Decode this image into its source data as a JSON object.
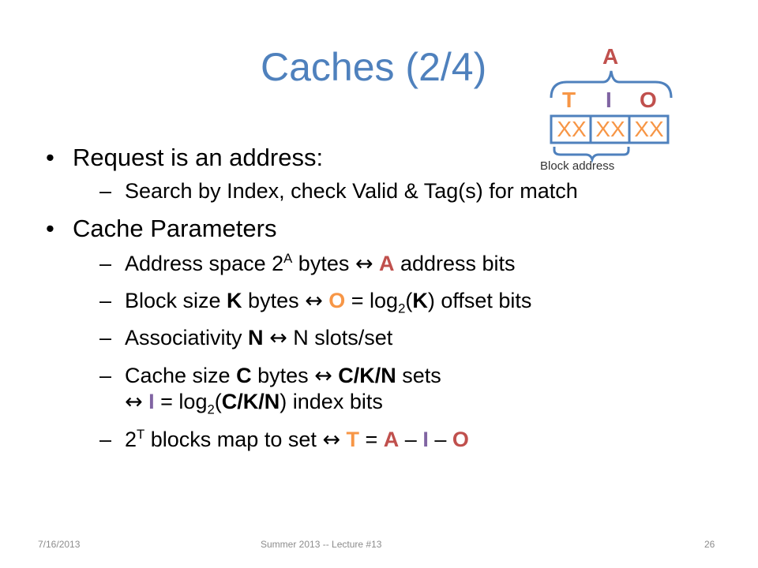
{
  "slide": {
    "title": "Caches (2/4)",
    "footer": {
      "date": "7/16/2013",
      "center": "Summer 2013 -- Lecture #13",
      "page": "26"
    }
  },
  "diagram": {
    "top_label": "A",
    "field_labels": [
      "T",
      "I",
      "O"
    ],
    "cells": [
      "XX",
      "XX",
      "XX"
    ],
    "bottom_label": "Block address",
    "colors": {
      "A": "#c0504d",
      "T": "#f79646",
      "I": "#8064a2",
      "O": "#c0504d",
      "cells": "#f79646",
      "brace": "#4f81bd"
    }
  },
  "content": {
    "bullet1": "Request is an address:",
    "sub1": "Search by Index, check Valid & Tag(s) for match",
    "bullet2": "Cache Parameters",
    "line_address": {
      "p1": "Address space 2",
      "sup": "A",
      "p2": " bytes ",
      "arrow": "↔",
      "sym": "A",
      "p3": " address bits"
    },
    "line_block": {
      "p1": "Block size ",
      "K": "K",
      "p2": " bytes ",
      "arrow": "↔",
      "O": "O",
      "p3": " = log",
      "sub": "2",
      "p4": "(",
      "K2": "K",
      "p5": ") offset bits"
    },
    "line_assoc": {
      "p1": "Associativity ",
      "N": "N",
      "p2": " ",
      "arrow": "↔",
      "p3": " N slots/set"
    },
    "line_cache": {
      "p1": "Cache size ",
      "C": "C",
      "p2": " bytes ",
      "arrow": "↔",
      "expr": "C/K/N",
      "p3": " sets"
    },
    "line_index": {
      "arrow": "↔",
      "I": "I",
      "p1": " = log",
      "sub": "2",
      "p2": "(",
      "expr": "C/K/N",
      "p3": ") index bits"
    },
    "line_tag": {
      "p1": "2",
      "sup": "T",
      "p2": " blocks map to set ",
      "arrow": "↔",
      "T": "T",
      "eq": " = ",
      "A": "A",
      "minus1": " – ",
      "I": "I",
      "minus2": " – ",
      "O": "O"
    },
    "dash": "–",
    "dot": "•"
  }
}
